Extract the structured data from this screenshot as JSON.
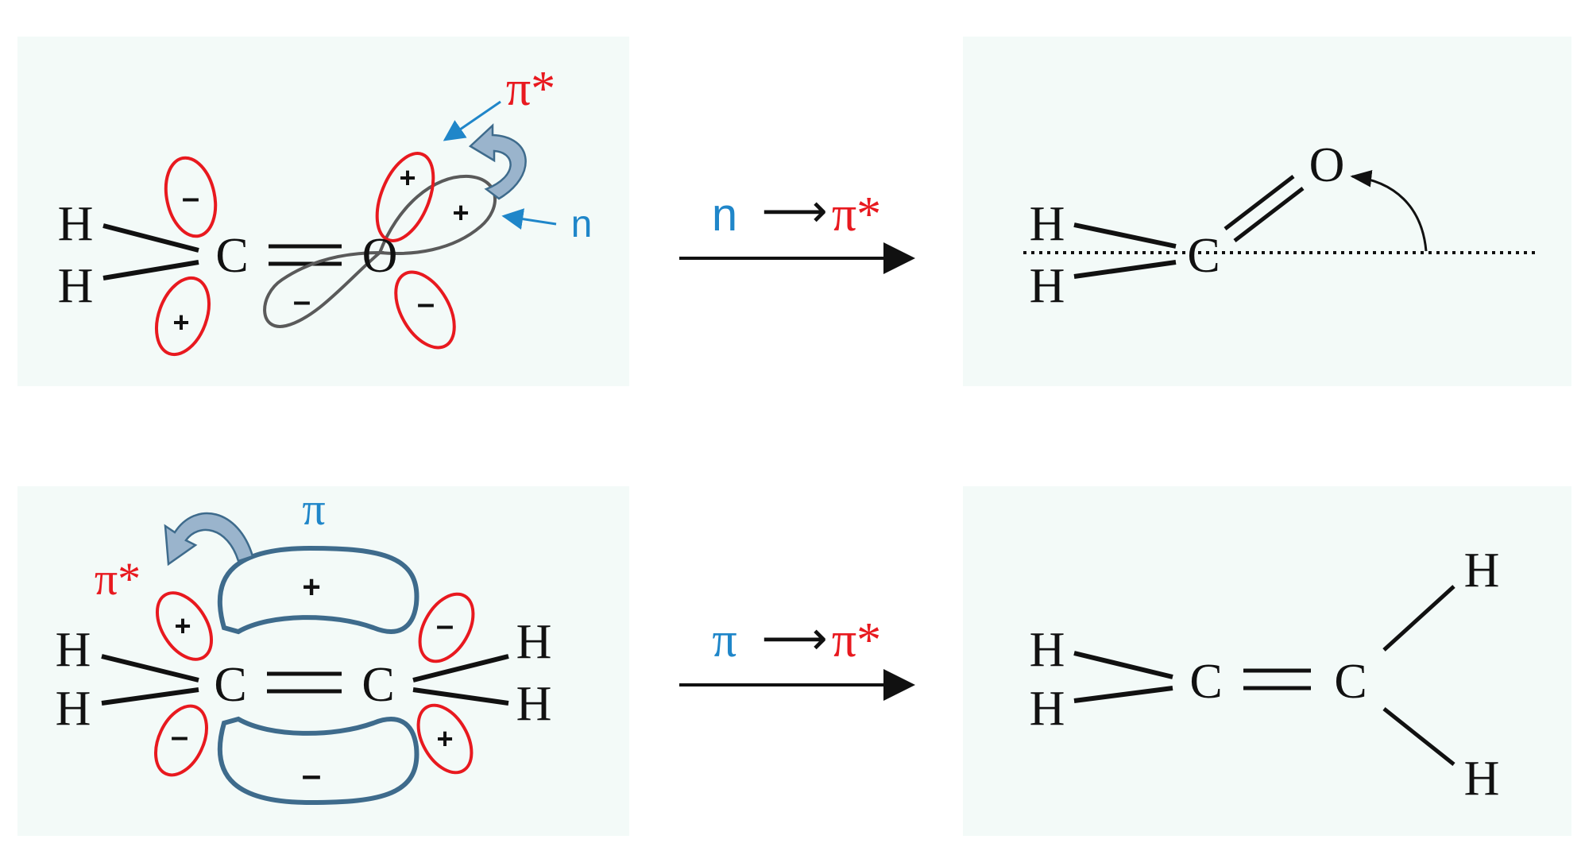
{
  "colors": {
    "panel": "#f3faf8",
    "red": "#e8191f",
    "blue": "#1f86c9",
    "black": "#111111",
    "gray_lobe": "#5a5a5a",
    "steel_lobe": "#3e6b8c"
  },
  "panel1": {
    "h_top": "H",
    "h_bottom": "H",
    "carbon": "C",
    "oxygen": "O",
    "pi_star_label": "π*",
    "n_label": "n",
    "sign_c_top": "–",
    "sign_c_bottom": "+",
    "sign_o_pistar_top": "+",
    "sign_o_pistar_bottom": "–",
    "sign_n_upper": "+",
    "sign_n_lower": "–"
  },
  "transition1": {
    "from": "n",
    "arrow": "⟶",
    "to": "π*"
  },
  "panel2": {
    "h_top": "H",
    "h_bottom": "H",
    "carbon": "C",
    "oxygen": "O"
  },
  "panel3": {
    "h_left_top": "H",
    "h_left_bottom": "H",
    "c_left": "C",
    "c_right": "C",
    "h_right_top": "H",
    "h_right_bottom": "H",
    "pi_label": "π",
    "pi_star_label": "π*",
    "sign_pi_top": "+",
    "sign_pi_bottom": "–",
    "sign_l_upper": "+",
    "sign_l_lower": "–",
    "sign_r_upper": "–",
    "sign_r_lower": "+"
  },
  "transition2": {
    "from": "π",
    "arrow": "⟶",
    "to": "π*"
  },
  "panel4": {
    "h_left_top": "H",
    "h_left_bottom": "H",
    "c_left": "C",
    "c_right": "C",
    "h_right_top": "H",
    "h_right_bottom": "H"
  }
}
